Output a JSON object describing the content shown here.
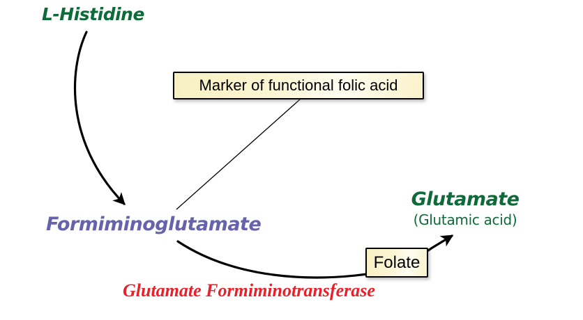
{
  "diagram": {
    "colors": {
      "green": "#0E6A38",
      "purple": "#6662AC",
      "red": "#E8202A",
      "arrow": "#000000",
      "box_fill": "#FAF4CE",
      "box_border": "#000000",
      "background": "#FFFFFF"
    },
    "nodes": {
      "histidine": {
        "label": "L-Histidine"
      },
      "formiminoglutamate": {
        "label": "Formiminoglutamate"
      },
      "glutamate": {
        "label": "Glutamate",
        "sublabel": "(Glutamic acid)"
      }
    },
    "boxes": {
      "marker": {
        "label": "Marker of functional folic acid"
      },
      "folate": {
        "label": "Folate"
      }
    },
    "enzyme": {
      "label": "Glutamate Formiminotransferase"
    }
  }
}
